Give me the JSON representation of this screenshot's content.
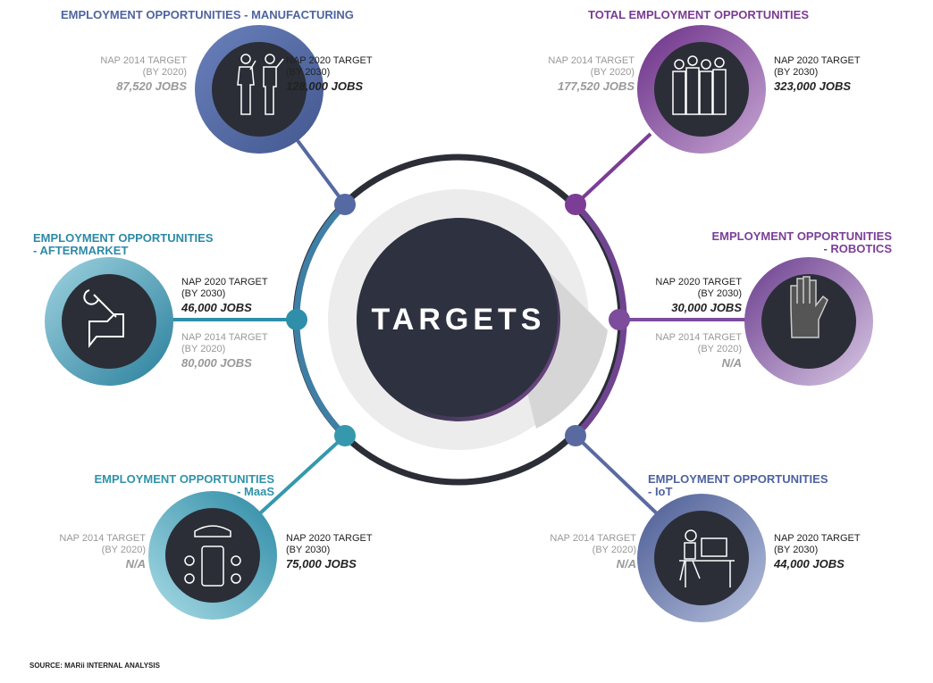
{
  "center_label": "TARGETS",
  "source": "SOURCE: MARii INTERNAL ANALYSIS",
  "colors": {
    "dark": "#2b2e37",
    "manufacturing": "#5569a3",
    "total": "#7c3d96",
    "aftermarket": "#2f8fab",
    "robotics": "#7d4c9c",
    "maas": "#3598ad",
    "iot": "#5a6aa1"
  },
  "nodes": {
    "manufacturing": {
      "title": "EMPLOYMENT OPPORTUNITIES - MANUFACTURING",
      "old_label": "NAP 2014 TARGET",
      "old_by": "(BY 2020)",
      "old_value": "87,520 JOBS",
      "new_label": "NAP 2020 TARGET",
      "new_by": "(BY 2030)",
      "new_value": "128,000 JOBS",
      "icon": "workers-icon"
    },
    "total": {
      "title": "TOTAL EMPLOYMENT OPPORTUNITIES",
      "old_label": "NAP 2014 TARGET",
      "old_by": "(BY 2020)",
      "old_value": "177,520 JOBS",
      "new_label": "NAP 2020 TARGET",
      "new_by": "(BY 2030)",
      "new_value": "323,000 JOBS",
      "icon": "people-group-icon"
    },
    "aftermarket": {
      "title1": "EMPLOYMENT OPPORTUNITIES",
      "title2": "- AFTERMARKET",
      "old_label": "NAP 2014 TARGET",
      "old_by": "(BY 2020)",
      "old_value": "80,000 JOBS",
      "new_label": "NAP 2020 TARGET",
      "new_by": "(BY 2030)",
      "new_value": "46,000 JOBS",
      "icon": "wrench-hand-icon"
    },
    "robotics": {
      "title1": "EMPLOYMENT OPPORTUNITIES",
      "title2": "- ROBOTICS",
      "old_label": "NAP 2014 TARGET",
      "old_by": "(BY 2020)",
      "old_value": "N/A",
      "new_label": "NAP 2020 TARGET",
      "new_by": "(BY 2030)",
      "new_value": "30,000 JOBS",
      "icon": "robot-hand-icon"
    },
    "maas": {
      "title1": "EMPLOYMENT OPPORTUNITIES",
      "title2": "- MaaS",
      "old_label": "NAP 2014 TARGET",
      "old_by": "(BY 2020)",
      "old_value": "N/A",
      "new_label": "NAP 2020 TARGET",
      "new_by": "(BY 2030)",
      "new_value": "75,000 JOBS",
      "icon": "phone-mobility-icon"
    },
    "iot": {
      "title1": "EMPLOYMENT OPPORTUNITIES",
      "title2": "- IoT",
      "old_label": "NAP 2014 TARGET",
      "old_by": "(BY 2020)",
      "old_value": "N/A",
      "new_label": "NAP 2020 TARGET",
      "new_by": "(BY 2030)",
      "new_value": "44,000 JOBS",
      "icon": "computer-worker-icon"
    }
  }
}
